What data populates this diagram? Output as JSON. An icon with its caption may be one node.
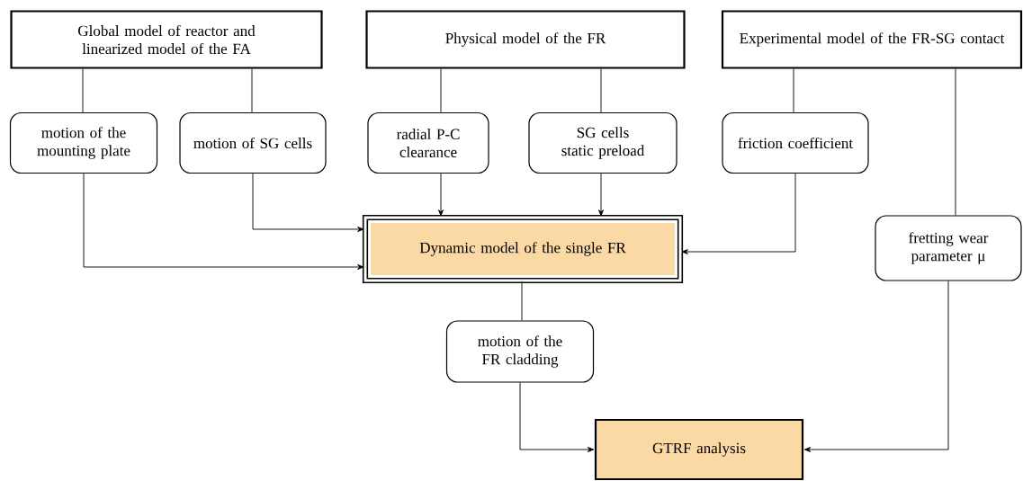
{
  "diagram": {
    "nodes": [
      {
        "text": [
          "Global model of reactor and linearized model of the FA"
        ]
      },
      {
        "text": [
          "Physical model of the FR"
        ]
      },
      {
        "text": [
          "Experimental model of the FR-SG contact"
        ]
      },
      {
        "text": [
          "motion of the mounting plate"
        ]
      },
      {
        "text": [
          "motion of SG cells"
        ]
      },
      {
        "text": [
          "radial P-C clearance"
        ]
      },
      {
        "text": [
          "SG cells static preload"
        ]
      },
      {
        "text": [
          "friction coefficient"
        ]
      },
      {
        "text": [
          "Dynamic model of the single FR"
        ]
      },
      {
        "text": [
          "fretting wear parameter μ"
        ]
      },
      {
        "text": [
          "motion of the FR cladding"
        ]
      },
      {
        "text": [
          "GTRF analysis"
        ]
      }
    ],
    "edges": [
      {
        "from": 0,
        "to": 3,
        "arrow": "none"
      },
      {
        "from": 0,
        "to": 4,
        "arrow": "none"
      },
      {
        "from": 1,
        "to": 5,
        "arrow": "none"
      },
      {
        "from": 1,
        "to": 6,
        "arrow": "none"
      },
      {
        "from": 2,
        "to": 7,
        "arrow": "none"
      },
      {
        "from": 2,
        "to": 9,
        "arrow": "none"
      },
      {
        "from": 3,
        "to": 8,
        "arrow": "to"
      },
      {
        "from": 4,
        "to": 8,
        "arrow": "to"
      },
      {
        "from": 5,
        "to": 8,
        "arrow": "to"
      },
      {
        "from": 6,
        "to": 8,
        "arrow": "to"
      },
      {
        "from": 7,
        "to": 8,
        "arrow": "to"
      },
      {
        "from": 8,
        "to": 10,
        "arrow": "none"
      },
      {
        "from": 10,
        "to": 11,
        "arrow": "to"
      },
      {
        "from": 9,
        "to": 11,
        "arrow": "to"
      }
    ]
  }
}
